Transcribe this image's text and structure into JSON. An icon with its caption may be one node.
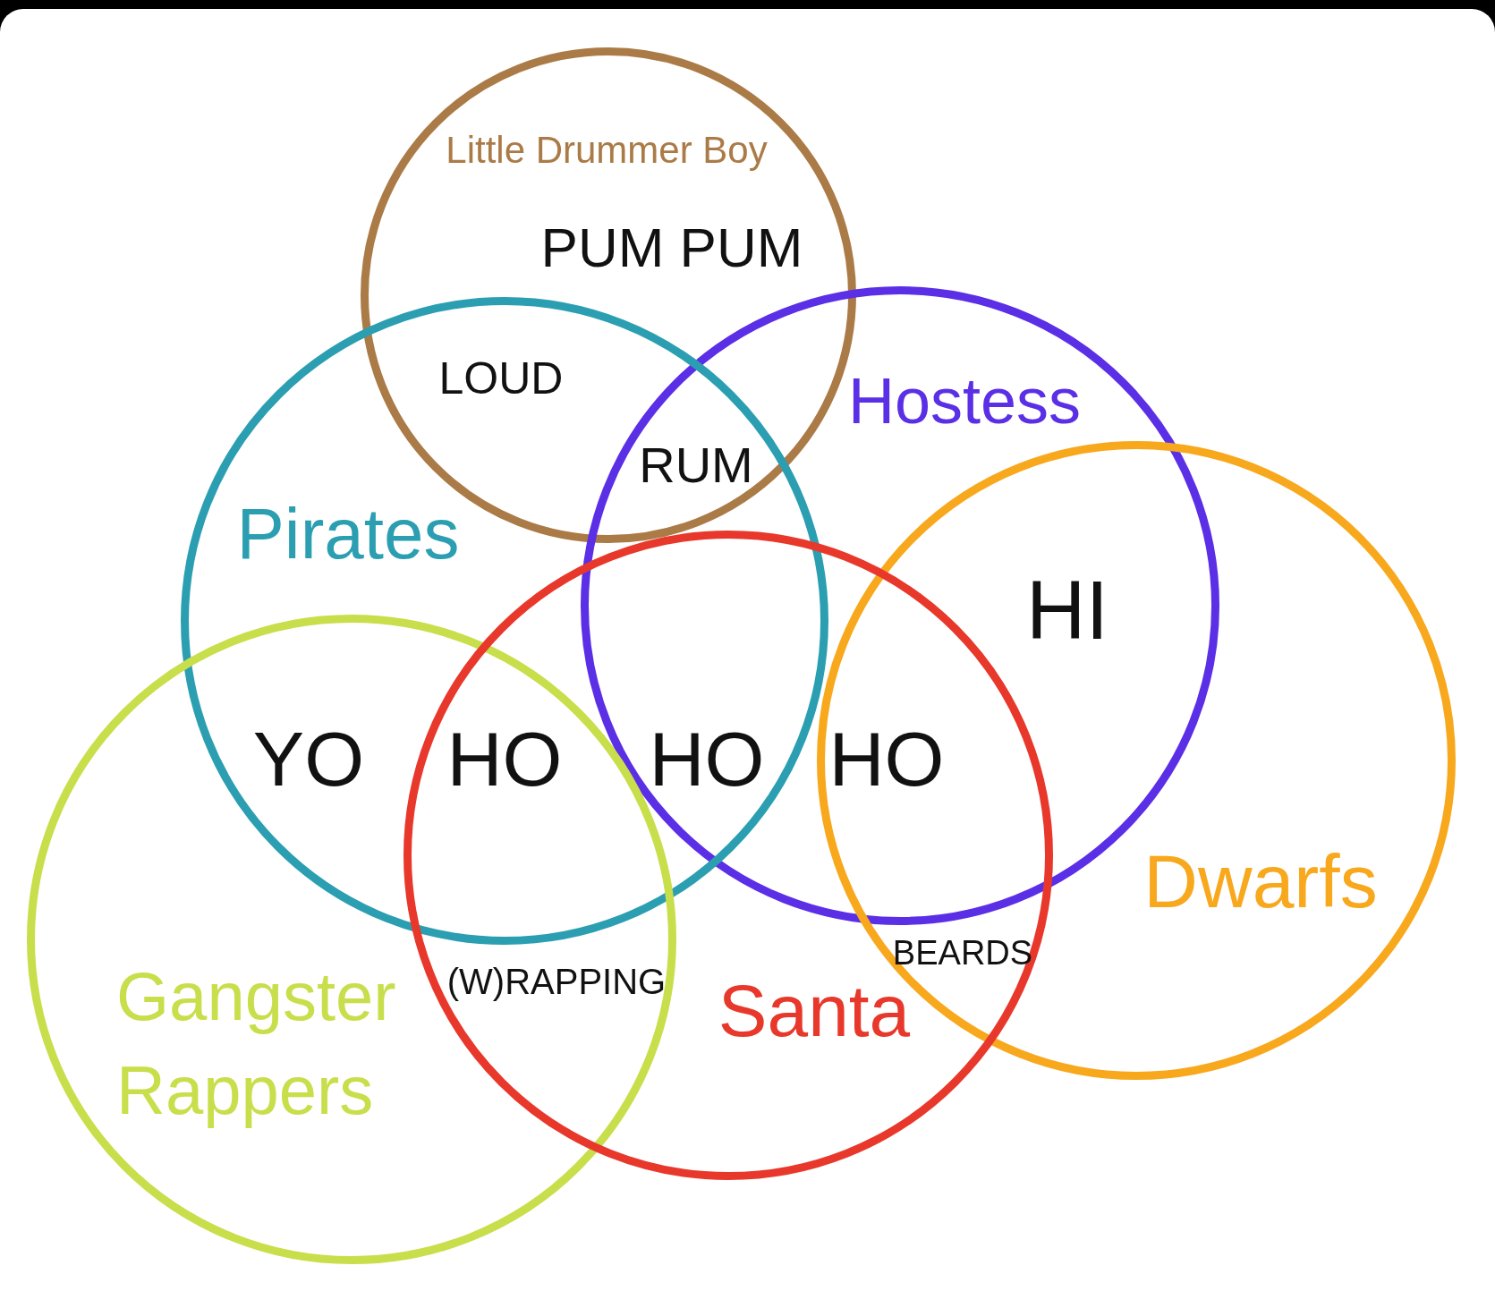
{
  "diagram": {
    "nodes": [
      {
        "text": [
          "Little Drummer Boy"
        ]
      },
      {
        "text": [
          "Hostess"
        ]
      },
      {
        "text": [
          "Pirates"
        ]
      },
      {
        "text": [
          "Dwarfs"
        ]
      },
      {
        "text": [
          "Gangster Rappers"
        ]
      },
      {
        "text": [
          "Santa"
        ]
      }
    ],
    "labels": [
      "PUM PUM",
      "LOUD",
      "RUM",
      "HI",
      "YO",
      "HO",
      "HO",
      "HO",
      "BEARDS",
      "(W)RAPPING"
    ]
  }
}
